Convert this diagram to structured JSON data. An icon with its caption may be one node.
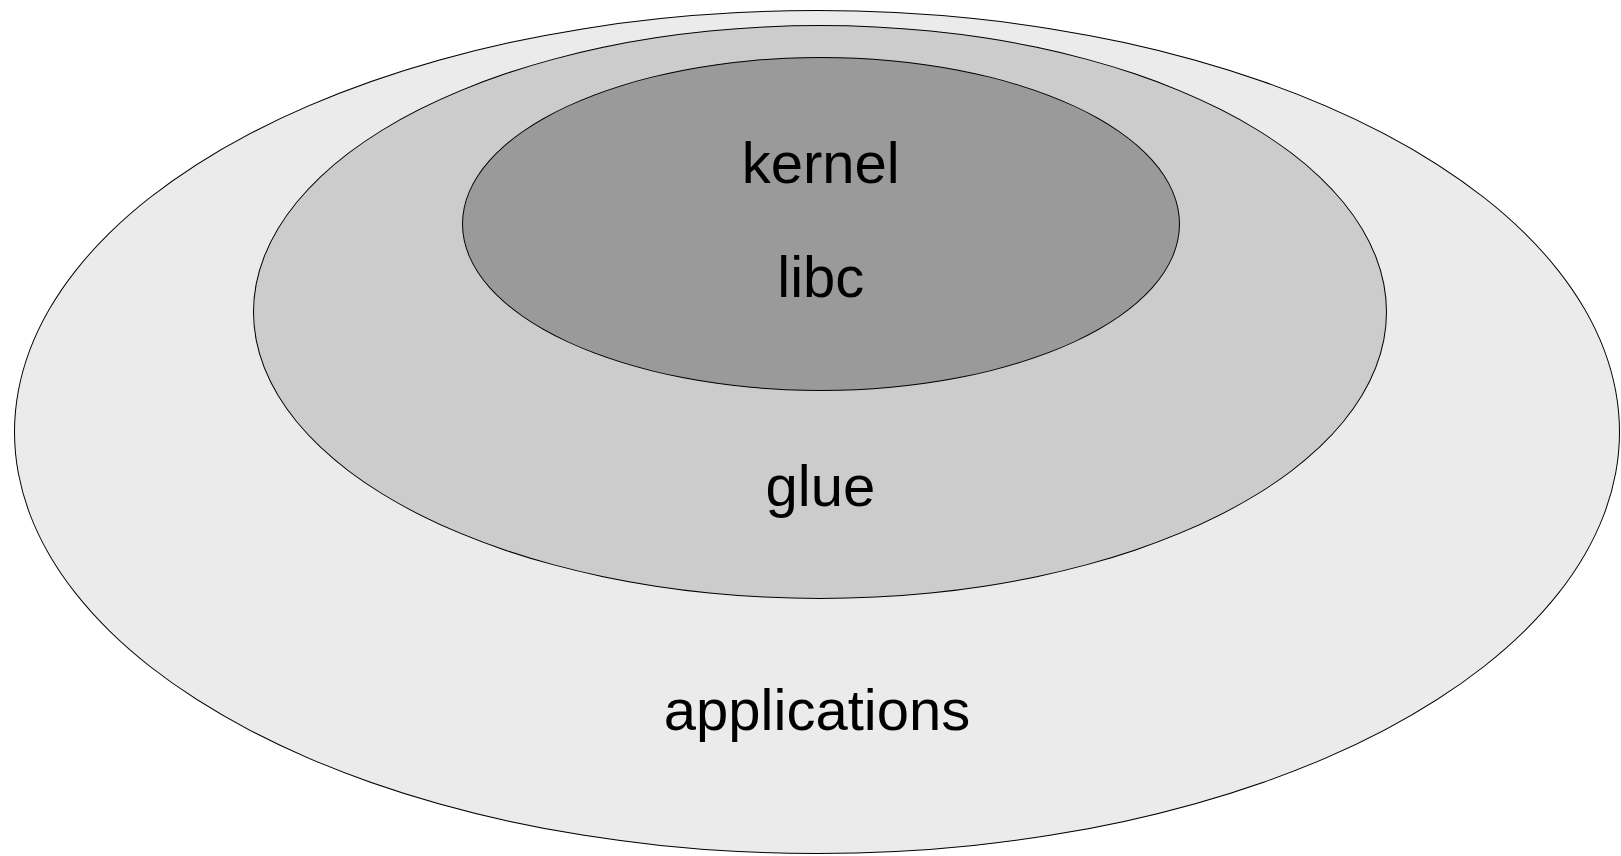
{
  "diagram": {
    "nodes": [
      {
        "text": [
          "applications"
        ]
      },
      {
        "text": [
          "glue"
        ],
        "in": 0
      },
      {
        "text": [
          "kernel",
          "libc"
        ],
        "in": 1
      }
    ]
  }
}
